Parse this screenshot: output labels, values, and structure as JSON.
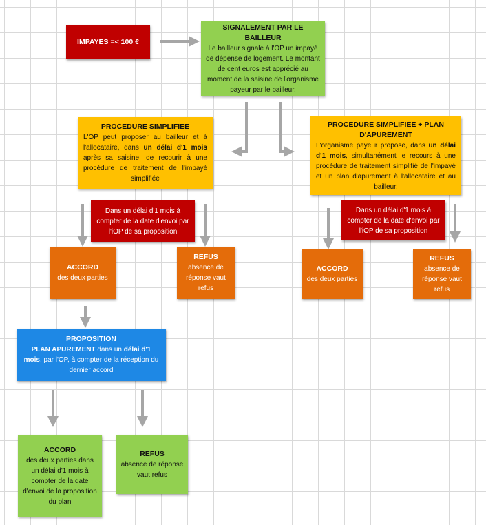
{
  "impayes": {
    "label": "IMPAYES =< 100 €"
  },
  "signalement": {
    "title": "SIGNALEMENT PAR LE BAILLEUR",
    "text": "Le bailleur signale à l'OP un impayé de dépense de logement. Le montant de cent euros est apprécié au moment de la saisine de l'organisme payeur par le bailleur."
  },
  "proc_simple": {
    "title": "PROCEDURE SIMPLIFIEE",
    "text_a": "L'OP peut proposer au bailleur et à l'allocataire, dans ",
    "text_b": "un délai d'1 mois",
    "text_c": " après sa saisine, de recourir à une procédure de traitement de l'impayé simplifiée"
  },
  "proc_plan": {
    "title": "PROCEDURE SIMPLIFIEE + PLAN D'APUREMENT",
    "text_a": "L'organisme payeur propose, dans ",
    "text_b": "un délai d'1 mois",
    "text_c": ", simultanément le recours à une procédure de traitement simplifié de l'impayé et un plan d'apurement à l'allocataire et au bailleur."
  },
  "delai_left": {
    "text": "Dans un délai d'1 mois à compter de la date d'envoi par l'iOP de sa proposition"
  },
  "delai_right": {
    "text": "Dans un délai d'1 mois à compter de la date d'envoi par l'iOP de sa proposition"
  },
  "accord_left": {
    "title": "ACCORD",
    "text": "des deux parties"
  },
  "refus_left": {
    "title": "REFUS",
    "text": "absence de réponse vaut refus"
  },
  "accord_right": {
    "title": "ACCORD",
    "text": "des deux parties"
  },
  "refus_right": {
    "title": "REFUS",
    "text": "absence de réponse vaut refus"
  },
  "proposition": {
    "title": "PROPOSITION",
    "line_a": "PLAN APUREMENT",
    "line_b": " dans un ",
    "line_c": "délai d'1 mois",
    "line_d": ", par l'OP, à compter de la réception du dernier accord"
  },
  "accord_bottom": {
    "title": "ACCORD",
    "text": "des deux parties dans un délai d'1 mois à compter de la date d'envoi de la proposition du plan"
  },
  "refus_bottom": {
    "title": "REFUS",
    "text": "absence de réponse vaut refus"
  }
}
